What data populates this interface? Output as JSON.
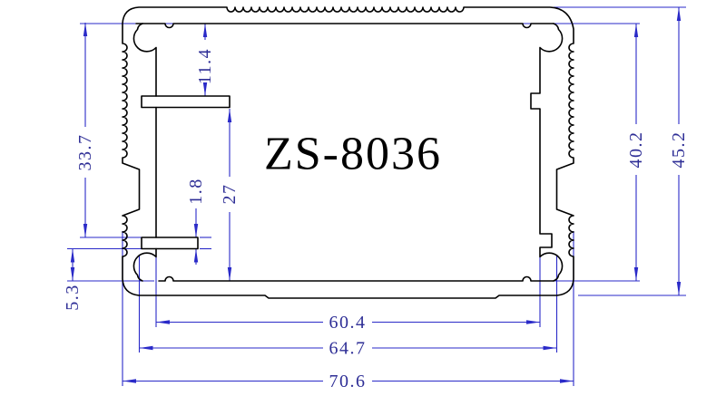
{
  "drawing": {
    "title": "ZS-8036"
  },
  "dims": {
    "d33_7": "33.7",
    "d11_4": "11.4",
    "d27": "27",
    "d1_8": "1.8",
    "d5_3": "5.3",
    "d40_2": "40.2",
    "d45_2": "45.2",
    "d60_4": "60.4",
    "d64_7": "64.7",
    "d70_6": "70.6"
  },
  "colors": {
    "outline": "#000000",
    "dimension_line": "#2a2ac8",
    "dimension_text": "#2e2e96",
    "background": "#ffffff"
  }
}
